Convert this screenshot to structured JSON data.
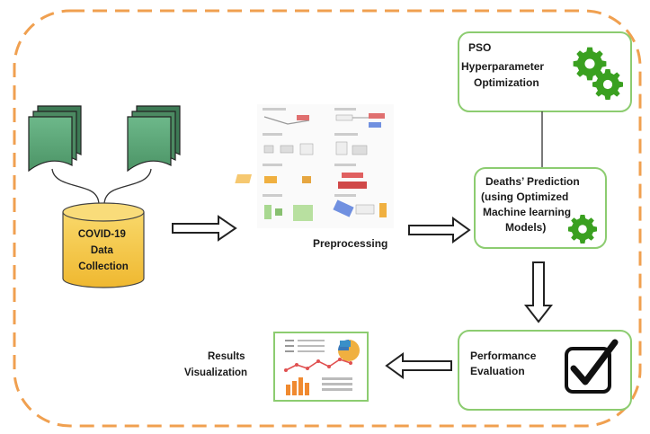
{
  "data_collection": {
    "label_lines": [
      "COVID-19",
      "Data",
      "Collection"
    ]
  },
  "preprocessing": {
    "label": "Preprocessing"
  },
  "pso": {
    "label_lines": [
      "PSO",
      "Hyperparameter",
      "Optimization"
    ]
  },
  "prediction": {
    "label_lines": [
      "Deaths’ Prediction",
      "(using Optimized",
      "Machine learning",
      "Models)"
    ]
  },
  "performance": {
    "label_lines": [
      "Performance",
      "Evaluation"
    ]
  },
  "results": {
    "label_lines": [
      "Results",
      "Visualization"
    ]
  },
  "icons": {
    "gear": "gear-icon",
    "checkbox": "checkbox-icon",
    "document": "document-icon",
    "database": "database-icon",
    "dashboard": "dashboard-icon",
    "thumbnail": "preprocessing-thumbnail"
  },
  "colors": {
    "outer_border": "#f0a050",
    "box_border": "#8ccc70",
    "gear": "#3aa020",
    "doc_fill": "#5fa67a",
    "db_fill": "#f4c84a"
  }
}
